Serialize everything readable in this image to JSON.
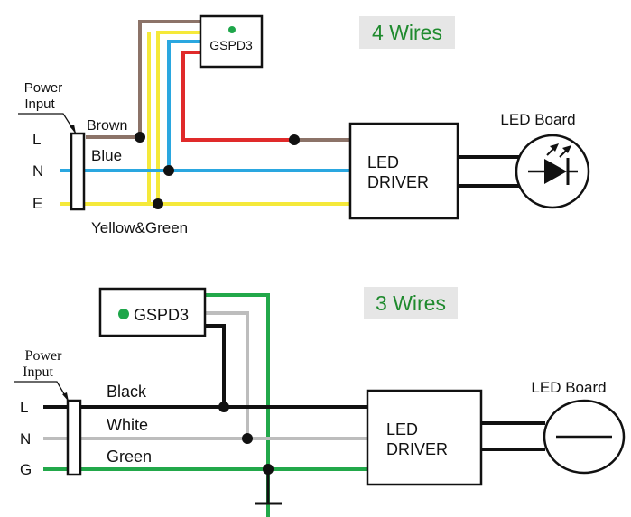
{
  "top": {
    "title": "4 Wires",
    "device": "GSPD3",
    "power_input": [
      "Power",
      "Input"
    ],
    "terminals": [
      "L",
      "N",
      "E"
    ],
    "wires": {
      "brown": "Brown",
      "blue": "Blue",
      "yellow_green": "Yellow&Green"
    },
    "driver": [
      "LED",
      "DRIVER"
    ],
    "board": "LED Board"
  },
  "bottom": {
    "title": "3 Wires",
    "device": "GSPD3",
    "power_input": [
      "Power",
      "Input"
    ],
    "terminals": [
      "L",
      "N",
      "G"
    ],
    "wires": {
      "black": "Black",
      "white": "White",
      "green": "Green"
    },
    "driver": [
      "LED",
      "DRIVER"
    ],
    "board": "LED Board"
  },
  "colors": {
    "brown": "#8c7368",
    "blue": "#2aa7e0",
    "yellow": "#f5e93a",
    "red": "#e02a2a",
    "green": "#22a84a",
    "grey": "#bdbdbd",
    "black": "#111111",
    "title_bg": "#e6e6e6",
    "title_text": "#1f8a2e",
    "led_dot": "#1ea64a"
  }
}
